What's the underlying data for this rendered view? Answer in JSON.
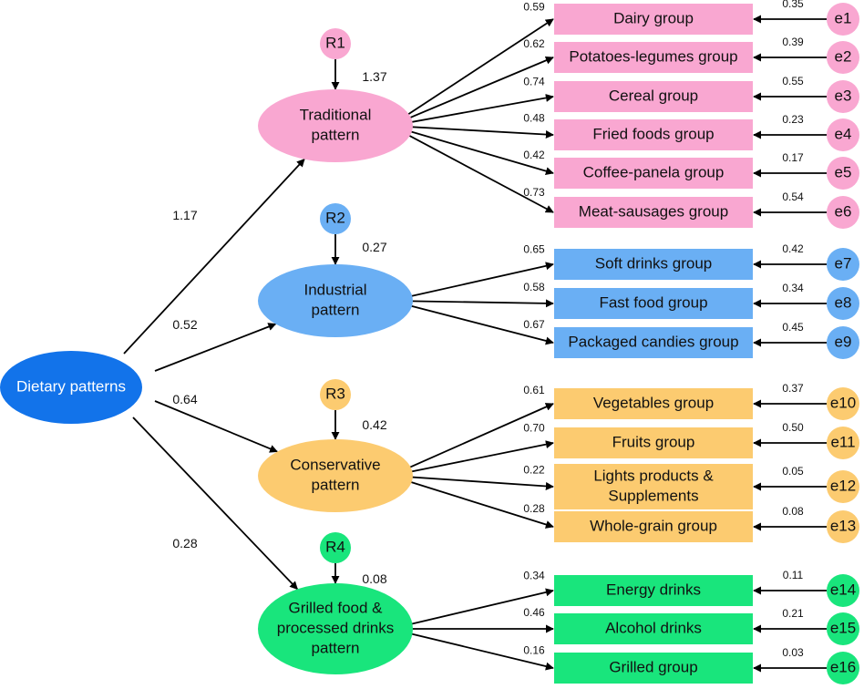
{
  "colors": {
    "root": "#1273ea",
    "traditional": "#f9a7d1",
    "industrial": "#6aaff4",
    "conservative": "#fccb70",
    "grilled": "#19e57c",
    "arrow": "#000000"
  },
  "root": {
    "label": "Dietary patterns"
  },
  "factors": [
    {
      "id": "traditional",
      "label_lines": [
        "Traditional",
        "pattern"
      ],
      "path_coef": "1.17",
      "residual_label": "R1",
      "residual_value": "1.37",
      "indicators": [
        {
          "label_lines": [
            "Dairy group"
          ],
          "loading": "0.59",
          "error_label": "e1",
          "error_value": "0.35"
        },
        {
          "label_lines": [
            "Potatoes-legumes group"
          ],
          "loading": "0.62",
          "error_label": "e2",
          "error_value": "0.39"
        },
        {
          "label_lines": [
            "Cereal group"
          ],
          "loading": "0.74",
          "error_label": "e3",
          "error_value": "0.55"
        },
        {
          "label_lines": [
            "Fried foods group"
          ],
          "loading": "0.48",
          "error_label": "e4",
          "error_value": "0.23"
        },
        {
          "label_lines": [
            "Coffee-panela group"
          ],
          "loading": "0.42",
          "error_label": "e5",
          "error_value": "0.17"
        },
        {
          "label_lines": [
            "Meat-sausages group"
          ],
          "loading": "0.73",
          "error_label": "e6",
          "error_value": "0.54"
        }
      ]
    },
    {
      "id": "industrial",
      "label_lines": [
        "Industrial",
        "pattern"
      ],
      "path_coef": "0.52",
      "residual_label": "R2",
      "residual_value": "0.27",
      "indicators": [
        {
          "label_lines": [
            "Soft drinks group"
          ],
          "loading": "0.65",
          "error_label": "e7",
          "error_value": "0.42"
        },
        {
          "label_lines": [
            "Fast food group"
          ],
          "loading": "0.58",
          "error_label": "e8",
          "error_value": "0.34"
        },
        {
          "label_lines": [
            "Packaged candies group"
          ],
          "loading": "0.67",
          "error_label": "e9",
          "error_value": "0.45"
        }
      ]
    },
    {
      "id": "conservative",
      "label_lines": [
        "Conservative",
        "pattern"
      ],
      "path_coef": "0.64",
      "residual_label": "R3",
      "residual_value": "0.42",
      "indicators": [
        {
          "label_lines": [
            "Vegetables group"
          ],
          "loading": "0.61",
          "error_label": "e10",
          "error_value": "0.37"
        },
        {
          "label_lines": [
            "Fruits group"
          ],
          "loading": "0.70",
          "error_label": "e11",
          "error_value": "0.50"
        },
        {
          "label_lines": [
            "Lights products &",
            "Supplements"
          ],
          "loading": "0.22",
          "error_label": "e12",
          "error_value": "0.05"
        },
        {
          "label_lines": [
            "Whole-grain group"
          ],
          "loading": "0.28",
          "error_label": "e13",
          "error_value": "0.08"
        }
      ]
    },
    {
      "id": "grilled",
      "label_lines": [
        "Grilled food &",
        "processed drinks",
        "pattern"
      ],
      "path_coef": "0.28",
      "residual_label": "R4",
      "residual_value": "0.08",
      "indicators": [
        {
          "label_lines": [
            "Energy drinks"
          ],
          "loading": "0.34",
          "error_label": "e14",
          "error_value": "0.11"
        },
        {
          "label_lines": [
            "Alcohol drinks"
          ],
          "loading": "0.46",
          "error_label": "e15",
          "error_value": "0.21"
        },
        {
          "label_lines": [
            "Grilled group"
          ],
          "loading": "0.16",
          "error_label": "e16",
          "error_value": "0.03"
        }
      ]
    }
  ]
}
